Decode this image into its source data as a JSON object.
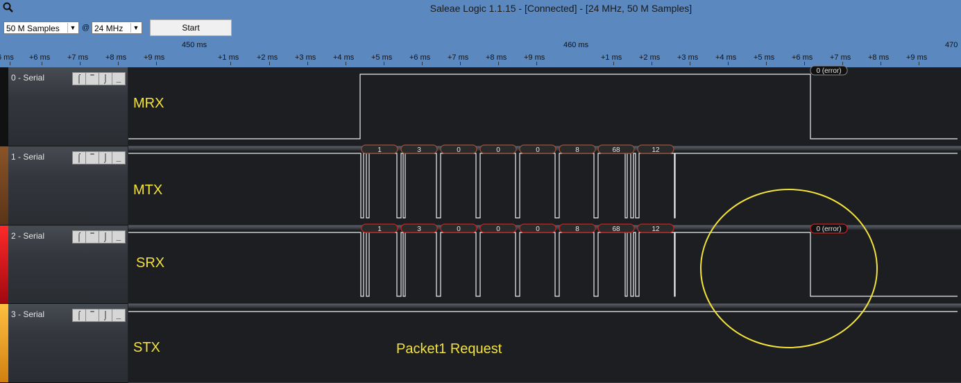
{
  "window": {
    "title": "Saleae Logic 1.1.15 - [Connected] - [24 MHz, 50 M Samples]"
  },
  "toolbar": {
    "samples_value": "50 M Samples",
    "at_label": "@",
    "rate_value": "24 MHz",
    "start_label": "Start"
  },
  "ruler": {
    "majors": [
      "450 ms",
      "460 ms",
      "470"
    ],
    "ticks": [
      "6 ms",
      "+6 ms",
      "+7 ms",
      "+8 ms",
      "+9 ms",
      "+1 ms",
      "+2 ms",
      "+3 ms",
      "+4 ms",
      "+5 ms",
      "+6 ms",
      "+7 ms",
      "+8 ms",
      "+9 ms",
      "+1 ms",
      "+2 ms",
      "+3 ms",
      "+4 ms",
      "+5 ms",
      "+6 ms",
      "+7 ms",
      "+8 ms",
      "+9 ms"
    ]
  },
  "channels": [
    {
      "label": "0 - Serial",
      "signal": "MRX",
      "color": "#111111"
    },
    {
      "label": "1 - Serial",
      "signal": "MTX",
      "color": "#7a4a22"
    },
    {
      "label": "2 - Serial",
      "signal": "SRX",
      "color": "#e0141c"
    },
    {
      "label": "3 - Serial",
      "signal": "STX",
      "color": "#f0a020"
    }
  ],
  "trigger_buttons": [
    "⌠",
    "‾",
    "⌡",
    "_"
  ],
  "decoded": {
    "mrx_error": "0 (error)",
    "mtx_bytes": [
      "1",
      "3",
      "0",
      "0",
      "0",
      "8",
      "68",
      "12"
    ],
    "srx_bytes": [
      "1",
      "3",
      "0",
      "0",
      "0",
      "8",
      "68",
      "12"
    ],
    "srx_error": "0 (error)"
  },
  "annotation": "Packet1 Request",
  "colors": {
    "annotation": "#f4e33b",
    "titlebar": "#5b88bf"
  }
}
